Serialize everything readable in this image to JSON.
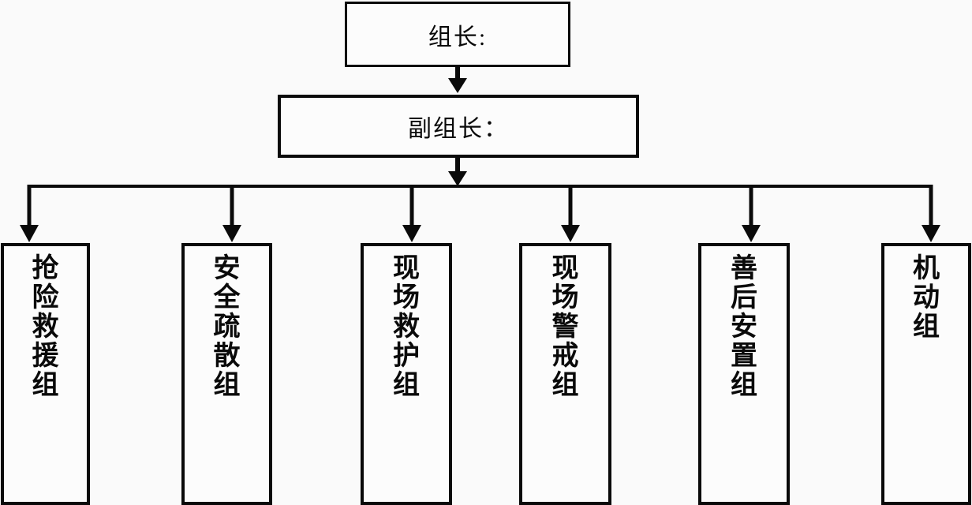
{
  "page": {
    "background_color": "#fafafa",
    "line_color": "#0a0a0a",
    "box_fill_color": "#fcfcfc"
  },
  "org_chart": {
    "leader": {
      "label": "组长:"
    },
    "deputy": {
      "label": "副组长："
    },
    "groups": [
      {
        "label": "抢险救援组"
      },
      {
        "label": "安全疏散组"
      },
      {
        "label": "现场救护组"
      },
      {
        "label": "现场警戒组"
      },
      {
        "label": "善后安置组"
      },
      {
        "label": "机动组"
      }
    ]
  }
}
